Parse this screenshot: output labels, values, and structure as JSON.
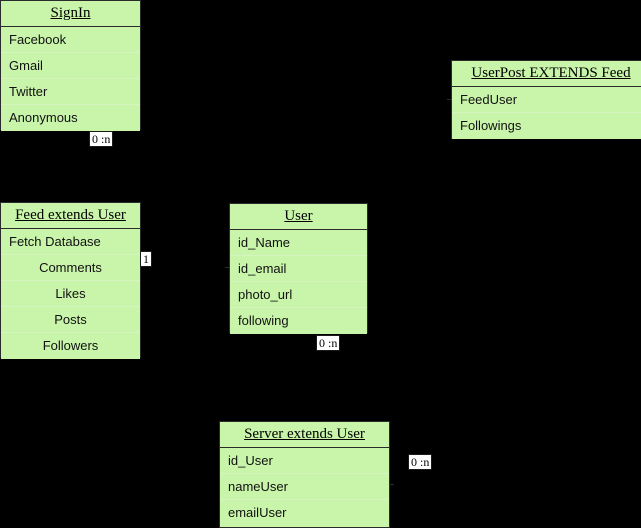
{
  "diagram": {
    "type": "uml-class-diagram",
    "background_color": "#000000",
    "class_fill_color": "#c9f5aa",
    "border_color": "#2b2b2b",
    "classes": [
      {
        "id": "signin",
        "title": "SignIn",
        "attributes": [
          "Facebook",
          "Gmail",
          "Twitter",
          "Anonymous"
        ]
      },
      {
        "id": "userpost",
        "title": "UserPost EXTENDS Feed",
        "attributes": [
          "FeedUser",
          "Followings"
        ]
      },
      {
        "id": "feed",
        "title": "Feed extends User",
        "attributes": [
          "Fetch Database",
          "Comments",
          "Likes",
          "Posts",
          "Followers"
        ]
      },
      {
        "id": "user",
        "title": "User",
        "attributes": [
          "id_Name",
          "id_email",
          "photo_url",
          "following"
        ]
      },
      {
        "id": "server",
        "title": "Server extends User",
        "attributes": [
          "id_User",
          "nameUser",
          "emailUser"
        ]
      }
    ],
    "multiplicity_labels": [
      {
        "id": "mult-signin",
        "text": "0 :n"
      },
      {
        "id": "mult-feed",
        "text": "1"
      },
      {
        "id": "mult-user",
        "text": "0 :n"
      },
      {
        "id": "mult-server",
        "text": "0 :n"
      }
    ]
  }
}
